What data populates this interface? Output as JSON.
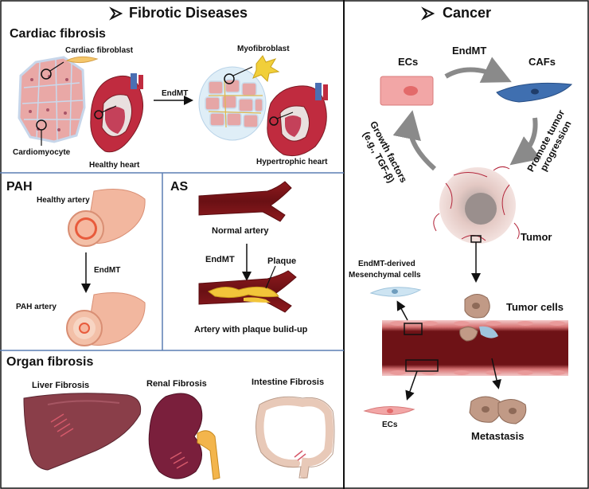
{
  "left": {
    "title": "Fibrotic Diseases",
    "cardiac": {
      "heading": "Cardiac fibrosis",
      "cardiac_fibroblast": "Cardiac fibroblast",
      "myofibroblast": "Myofibroblast",
      "cardiomyocyte": "Cardiomyocyte",
      "healthy_heart": "Healthy heart",
      "hypertrophic_heart": "Hypertrophic heart",
      "endmt": "EndMT"
    },
    "pah": {
      "heading": "PAH",
      "healthy_artery": "Healthy artery",
      "endmt": "EndMT",
      "pah_artery": "PAH artery"
    },
    "as": {
      "heading": "AS",
      "normal_artery": "Normal artery",
      "endmt": "EndMT",
      "plaque": "Plaque",
      "plaque_artery": "Artery with plaque bulid-up"
    },
    "organ": {
      "heading": "Organ fibrosis",
      "liver": "Liver Fibrosis",
      "renal": "Renal Fibrosis",
      "intestine": "Intestine Fibrosis"
    }
  },
  "right": {
    "title": "Cancer",
    "ecs": "ECs",
    "endmt": "EndMT",
    "cafs": "CAFs",
    "growth_factors_1": "Growth factors",
    "growth_factors_2": "(e.g., TGF-β)",
    "promote_1": "Promote tumor",
    "promote_2": "progression",
    "tumor": "Tumor",
    "endmt_derived_1": "EndMT-derived",
    "endmt_derived_2": "Mesenchymal cells",
    "tumor_cells": "Tumor cells",
    "ecs_small": "ECs",
    "metastasis": "Metastasis"
  },
  "colors": {
    "frame": "#111111",
    "divider_blue": "#5b7fb3",
    "heart_red": "#b3253a",
    "artery_skin": "#f0b8a0",
    "vessel_dark": "#6e1216",
    "ec_pink": "#f2a6a6",
    "caf_blue": "#3f6fb0",
    "arrow_gray": "#8a8a8a"
  }
}
